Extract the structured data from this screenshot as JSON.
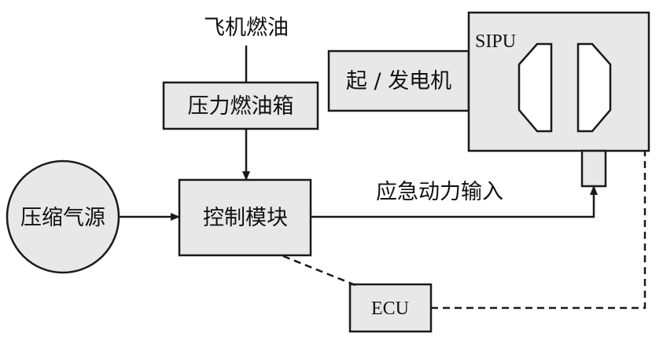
{
  "diagram": {
    "nodes": {
      "aircraft_fuel": "飞机燃油",
      "pressure_fuel_tank": "压力燃油箱",
      "compressed_air_source": "压缩气源",
      "control_module": "控制模块",
      "starter_generator": "起 / 发电机",
      "sipu": "SIPU",
      "ecu": "ECU"
    },
    "edges": {
      "emergency_power_input": "应急动力输入"
    }
  }
}
